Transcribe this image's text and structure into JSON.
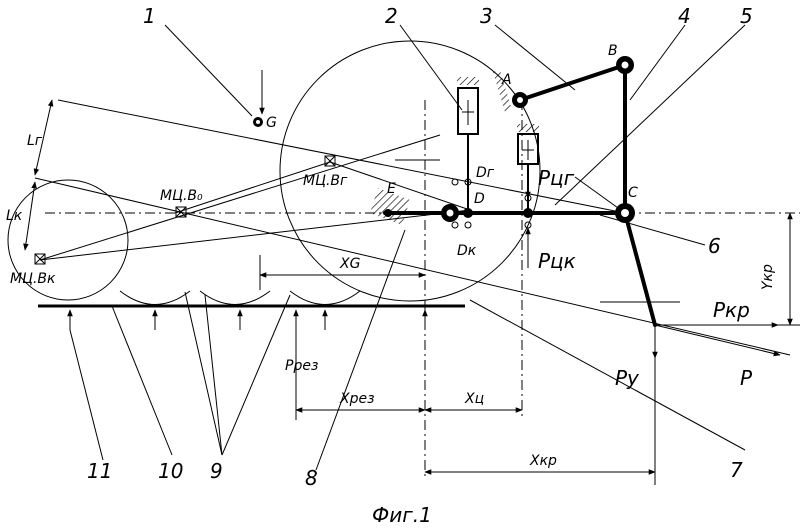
{
  "figure": {
    "caption": "Фиг.1",
    "reference_numerals": [
      "1",
      "2",
      "3",
      "4",
      "5",
      "6",
      "7",
      "8",
      "9",
      "10",
      "11"
    ],
    "points": {
      "A": "A",
      "B": "B",
      "C": "C",
      "D": "D",
      "E": "E",
      "G": "G"
    },
    "labels": {
      "mcc_g": "МЦ.Вг",
      "mcc_0": "МЦ.В₀",
      "mcc_k": "МЦ.Вк",
      "l_g": "Lг",
      "l_k": "Lк",
      "d_g": "Dг",
      "d_k": "Dк",
      "x_g": "XG",
      "x_rez": "Xрез",
      "x_c": "Xц",
      "x_kr": "Xкр",
      "y_kr": "Yкр",
      "p_cg": "Pцг",
      "p_ck": "Pцк",
      "p_kr": "Pкр",
      "p_y": "Py",
      "p": "P",
      "p_rez": "Pрез"
    }
  }
}
